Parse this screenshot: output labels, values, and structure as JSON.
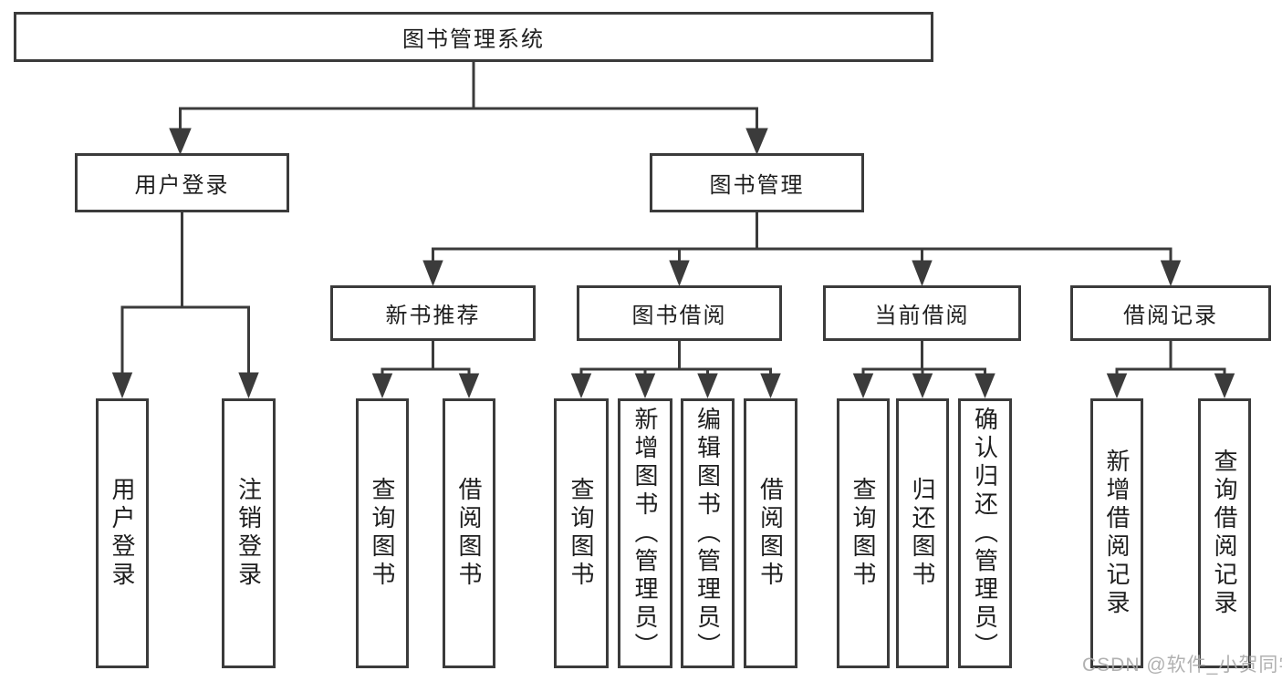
{
  "watermark": "CSDN @软件_小贺同学",
  "colors": {
    "line": "#3b3b3b",
    "box_border": "#3b3b3b",
    "text": "#1e1e1e",
    "watermark": "#a8a8a8",
    "background": "#ffffff"
  },
  "tree": {
    "label": "图书管理系统",
    "children": [
      {
        "label": "用户登录",
        "children": [
          {
            "label": "用户登录"
          },
          {
            "label": "注销登录"
          }
        ]
      },
      {
        "label": "图书管理",
        "children": [
          {
            "label": "新书推荐",
            "children": [
              {
                "label": "查询图书"
              },
              {
                "label": "借阅图书"
              }
            ]
          },
          {
            "label": "图书借阅",
            "children": [
              {
                "label": "查询图书"
              },
              {
                "label": "新增图书（管理员）"
              },
              {
                "label": "编辑图书（管理员）"
              },
              {
                "label": "借阅图书"
              }
            ]
          },
          {
            "label": "当前借阅",
            "children": [
              {
                "label": "查询图书"
              },
              {
                "label": "归还图书"
              },
              {
                "label": "确认归还（管理员）"
              }
            ]
          },
          {
            "label": "借阅记录",
            "children": [
              {
                "label": "新增借阅记录"
              },
              {
                "label": "查询借阅记录"
              }
            ]
          }
        ]
      }
    ]
  }
}
